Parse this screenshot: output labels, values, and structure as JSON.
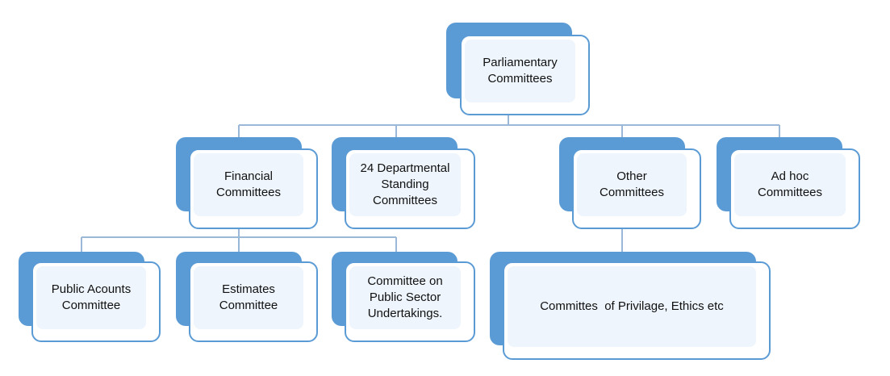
{
  "colors": {
    "accent": "#5b9bd5",
    "fill": "#eef5fc",
    "line": "#9bb8d8"
  },
  "nodes": {
    "root": "Parliamentary\nCommittees",
    "financial": "Financial\nCommittees",
    "departmental": "24 Departmental\nStanding\nCommittees",
    "other": "Other\nCommittees",
    "adhoc": "Ad hoc\nCommittees",
    "public_accounts": "Public Acounts\nCommittee",
    "estimates": "Estimates\nCommittee",
    "psu": "Committee on\nPublic Sector\nUndertakings.",
    "privilege": "Committes  of Privilage, Ethics etc"
  }
}
